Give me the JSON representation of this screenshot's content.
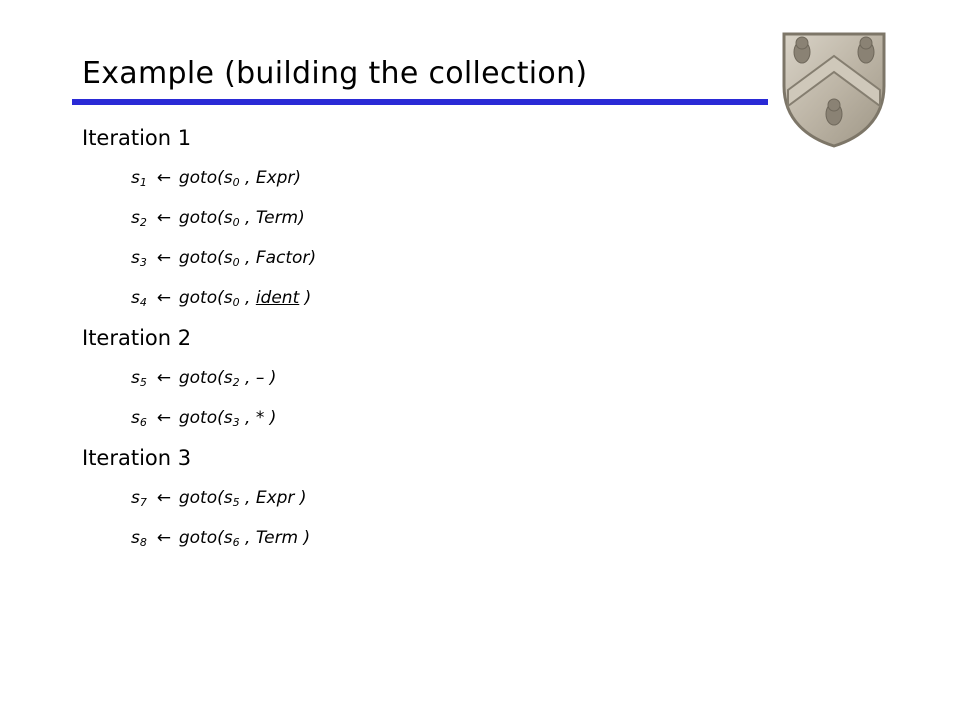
{
  "slide": {
    "title": "Example (building the collection)",
    "accent_color": "#2a2ad6",
    "crest_icon": "rice-university-shield-icon"
  },
  "content": {
    "iterations": [
      {
        "label": "Iteration 1",
        "steps": [
          {
            "lhs": "s",
            "lhs_sub": "1",
            "arrow": "←",
            "func": "goto(s",
            "arg_sub": "0",
            "sep": " , ",
            "symbol": "Expr",
            "symbol_underlined": false,
            "close": ")"
          },
          {
            "lhs": "s",
            "lhs_sub": "2",
            "arrow": "←",
            "func": "goto(s",
            "arg_sub": "0",
            "sep": " , ",
            "symbol": "Term",
            "symbol_underlined": false,
            "close": ")"
          },
          {
            "lhs": "s",
            "lhs_sub": "3",
            "arrow": "←",
            "func": "goto(s",
            "arg_sub": "0",
            "sep": " , ",
            "symbol": "Factor",
            "symbol_underlined": false,
            "close": ")"
          },
          {
            "lhs": "s",
            "lhs_sub": "4",
            "arrow": "←",
            "func": "goto(s",
            "arg_sub": "0",
            "sep": " , ",
            "symbol": "ident",
            "symbol_underlined": true,
            "close": " )"
          }
        ]
      },
      {
        "label": "Iteration 2",
        "steps": [
          {
            "lhs": "s",
            "lhs_sub": "5",
            "arrow": "←",
            "func": "goto(s",
            "arg_sub": "2",
            "sep": " , ",
            "symbol": "–",
            "symbol_underlined": false,
            "close": " )"
          },
          {
            "lhs": "s",
            "lhs_sub": "6",
            "arrow": "←",
            "func": "goto(s",
            "arg_sub": "3",
            "sep": " , ",
            "symbol": "*",
            "symbol_underlined": false,
            "close": " )"
          }
        ]
      },
      {
        "label": "Iteration 3",
        "steps": [
          {
            "lhs": "s",
            "lhs_sub": "7",
            "arrow": "←",
            "func": "goto(s",
            "arg_sub": "5",
            "sep": " , ",
            "symbol": "Expr",
            "symbol_underlined": false,
            "close": " )"
          },
          {
            "lhs": "s",
            "lhs_sub": "8",
            "arrow": "←",
            "func": "goto(s",
            "arg_sub": "6",
            "sep": " , ",
            "symbol": "Term",
            "symbol_underlined": false,
            "close": " )"
          }
        ]
      }
    ]
  }
}
